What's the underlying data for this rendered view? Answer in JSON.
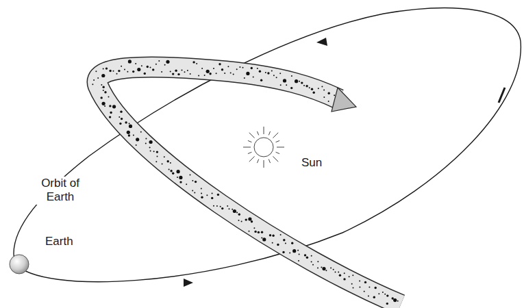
{
  "diagram": {
    "labels": [
      "Orbit of Earth",
      "Earth",
      "Sun"
    ]
  }
}
